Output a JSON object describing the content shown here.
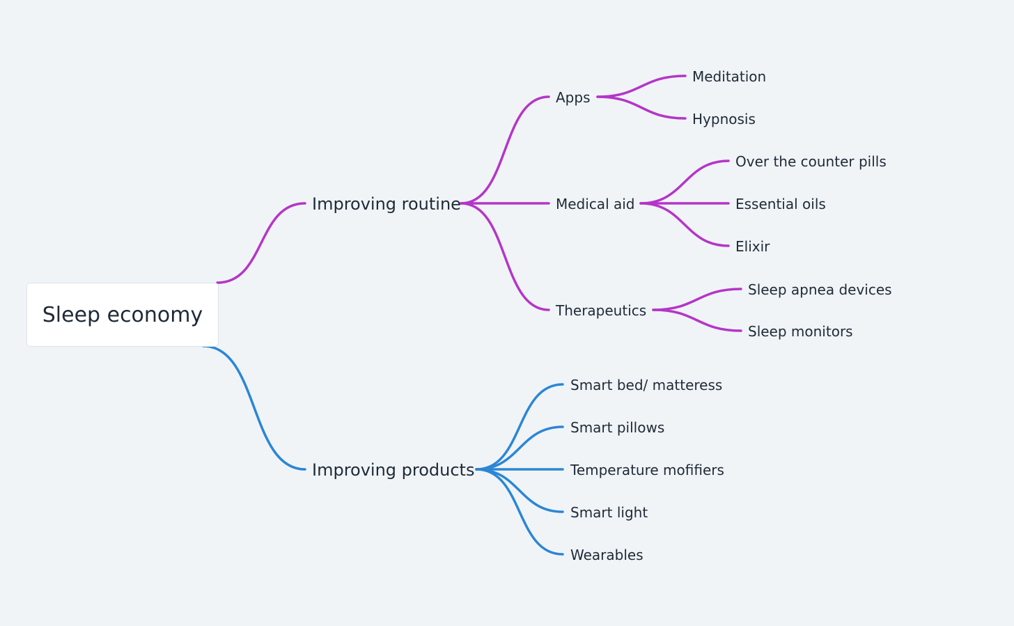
{
  "root": {
    "label": "Sleep economy"
  },
  "colors": {
    "routine_branch": "#b535c8",
    "products_branch": "#2b86d6"
  },
  "branches": [
    {
      "label": "Improving routine",
      "children": [
        {
          "label": "Apps",
          "children": [
            {
              "label": "Meditation"
            },
            {
              "label": "Hypnosis"
            }
          ]
        },
        {
          "label": "Medical aid",
          "children": [
            {
              "label": "Over the counter pills"
            },
            {
              "label": "Essential oils"
            },
            {
              "label": "Elixir"
            }
          ]
        },
        {
          "label": "Therapeutics",
          "children": [
            {
              "label": "Sleep apnea devices"
            },
            {
              "label": "Sleep monitors"
            }
          ]
        }
      ]
    },
    {
      "label": "Improving products",
      "children": [
        {
          "label": "Smart bed/ matteress"
        },
        {
          "label": "Smart pillows"
        },
        {
          "label": "Temperature mofifiers"
        },
        {
          "label": "Smart light"
        },
        {
          "label": "Wearables"
        }
      ]
    }
  ]
}
